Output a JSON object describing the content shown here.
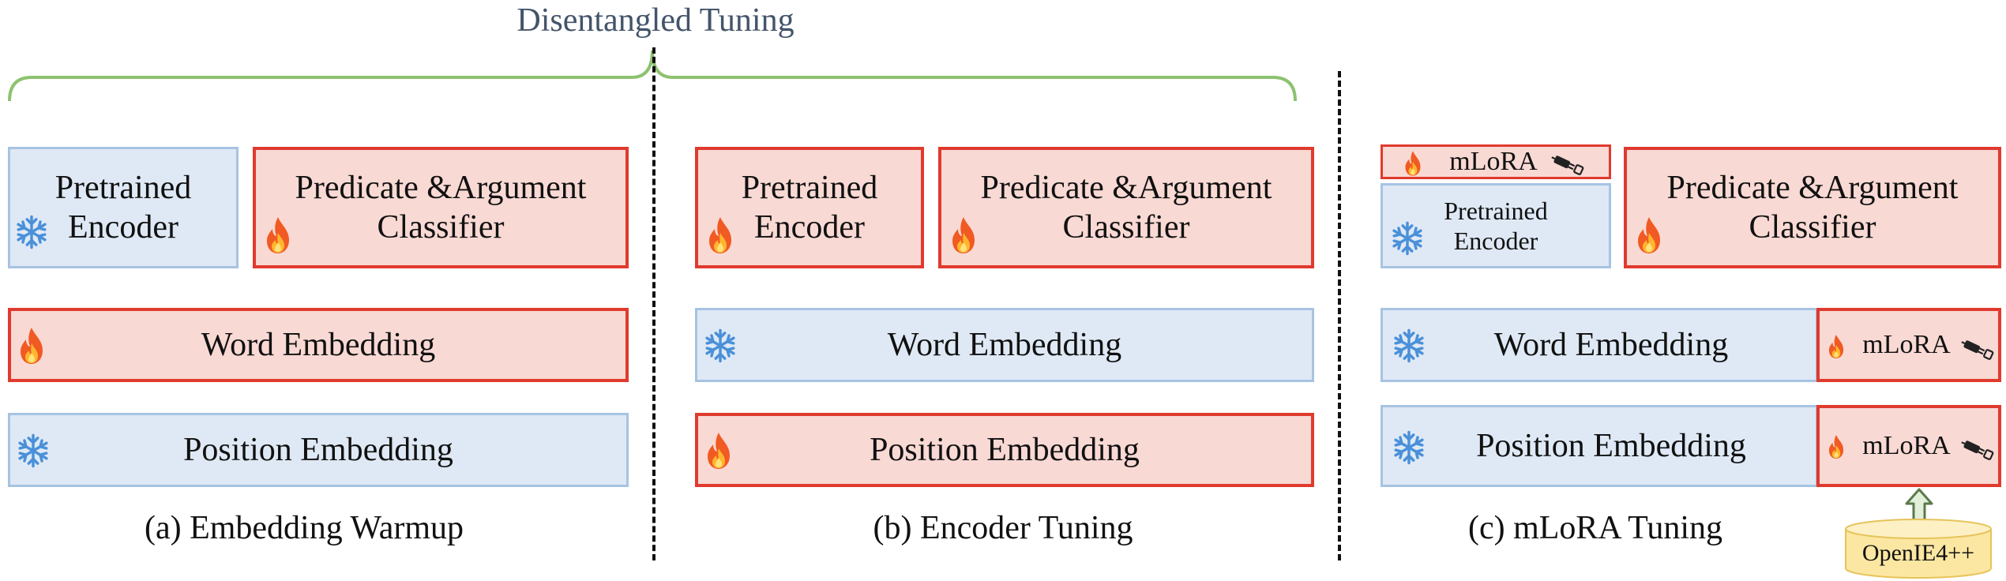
{
  "header": {
    "title": "Disentangled Tuning"
  },
  "panels": {
    "a": {
      "caption": "(a) Embedding Warmup",
      "encoder": "Pretrained\nEncoder",
      "classifier": "Predicate &Argument\nClassifier",
      "word": "Word Embedding",
      "position": "Position Embedding"
    },
    "b": {
      "caption": "(b) Encoder Tuning",
      "encoder": "Pretrained\nEncoder",
      "classifier": "Predicate &Argument\nClassifier",
      "word": "Word Embedding",
      "position": "Position Embedding"
    },
    "c": {
      "caption": "(c) mLoRA Tuning",
      "mlora_top": "mLoRA",
      "encoder": "Pretrained\nEncoder",
      "classifier": "Predicate &Argument\nClassifier",
      "word": "Word Embedding",
      "word_mlora": "mLoRA",
      "position": "Position Embedding",
      "position_mlora": "mLoRA",
      "source": "OpenIE4++"
    }
  },
  "icons": {
    "frozen": "snowflake-icon",
    "tuned": "flame-icon",
    "plugin": "plug-icon",
    "arrow": "up-arrow-icon",
    "database": "cylinder-icon"
  },
  "colors": {
    "frozen_fill": "#dfe9f5",
    "frozen_border": "#a7c3e2",
    "tuned_fill": "#f9d9d4",
    "tuned_border": "#e03a2e",
    "brace": "#8dc26f",
    "title": "#44546a",
    "database_fill": "#fbe7a1"
  }
}
